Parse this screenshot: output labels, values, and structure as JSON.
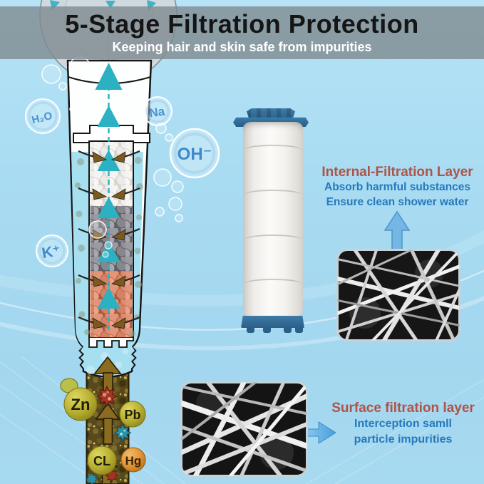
{
  "header": {
    "title": "5-Stage Filtration Protection",
    "subtitle": "Keeping hair and skin safe from impurities"
  },
  "filter_diagram": {
    "bubbles": [
      {
        "label": "H₂O"
      },
      {
        "label": "Na"
      },
      {
        "label": "OH⁻"
      },
      {
        "label": "K⁺"
      }
    ],
    "contaminants": [
      {
        "label": "Zn"
      },
      {
        "label": "Pb"
      },
      {
        "label": "CL"
      },
      {
        "label": "Hg"
      }
    ]
  },
  "annotations": {
    "internal": {
      "title": "Internal-Filtration Layer",
      "lines": [
        "Absorb harmful substances",
        "Ensure clean shower water"
      ]
    },
    "surface": {
      "title": "Surface filtration layer",
      "lines": [
        "Interception samll",
        "particle impurities"
      ]
    }
  },
  "colors": {
    "background": "#a9dcf2",
    "header_band": "#808c92",
    "title_text": "#151515",
    "subtitle_text": "#ffffff",
    "heading_red": "#ae5348",
    "body_blue": "#2579bd",
    "flow_arrow_teal": "#2bb1c1",
    "pointer_arrow_blue": "#74b6e4",
    "cartridge_cap_blue": "#2f6f9c",
    "ion_text_blue": "#4b92cf"
  }
}
